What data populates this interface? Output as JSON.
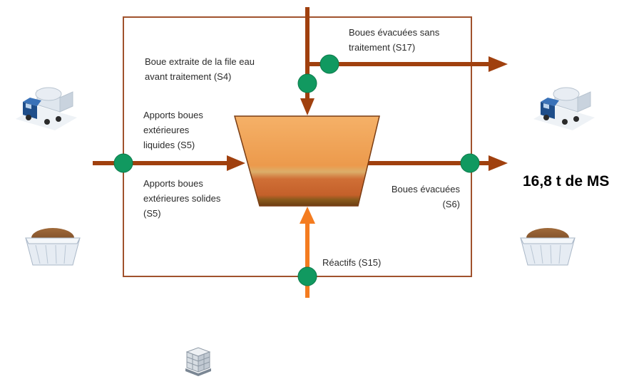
{
  "labels": {
    "sludge_without_treatment": [
      "Boues évacuées sans",
      "traitement (S17)"
    ],
    "sludge_before_treatment": [
      "Boue extraite de la file eau",
      "avant traitement (S4)"
    ],
    "external_liquid": [
      "Apports boues",
      "extérieures",
      "liquides (S5)"
    ],
    "external_solid": [
      "Apports boues",
      "extérieures solides",
      "(S5)"
    ],
    "sludge_evacuated": [
      "Boues évacuées",
      "(S6)"
    ],
    "reagents": "Réactifs (S15)",
    "total": "16,8 t de MS"
  },
  "icons": [
    "tanker-truck-icon-left",
    "tanker-truck-icon-right",
    "sludge-bin-icon-left",
    "sludge-bin-icon-right",
    "reagent-pallet-icon"
  ],
  "colors": {
    "frame": "#a0522d",
    "arrow_brown": "#a0400e",
    "arrow_orange": "#f47c20",
    "node_green": "#119960",
    "tank_top": "#f0a050",
    "tank_mid": "#d2692c",
    "tank_bottom": "#8b4513"
  }
}
